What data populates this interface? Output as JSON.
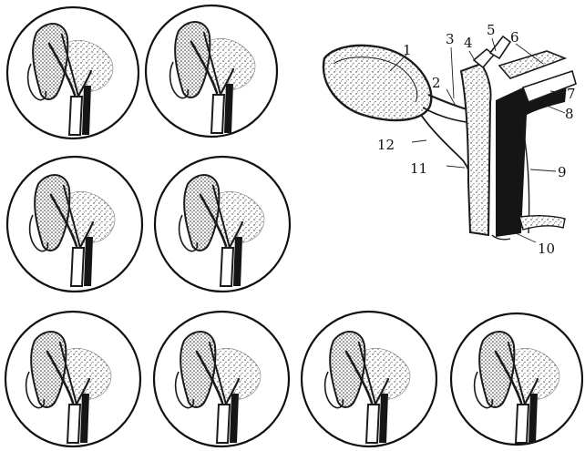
{
  "callouts": [
    {
      "id": "1",
      "text": "1"
    },
    {
      "id": "2",
      "text": "2"
    },
    {
      "id": "3",
      "text": "3"
    },
    {
      "id": "4",
      "text": "4"
    },
    {
      "id": "5",
      "text": "5"
    },
    {
      "id": "6",
      "text": "6"
    },
    {
      "id": "7",
      "text": "7"
    },
    {
      "id": "8",
      "text": "8"
    },
    {
      "id": "9",
      "text": "9"
    },
    {
      "id": "10",
      "text": "10"
    },
    {
      "id": "11",
      "text": "11"
    },
    {
      "id": "12",
      "text": "12"
    }
  ],
  "variant_count": 8,
  "colors": {
    "ink": "#1a1a1a",
    "background": "#ffffff"
  }
}
